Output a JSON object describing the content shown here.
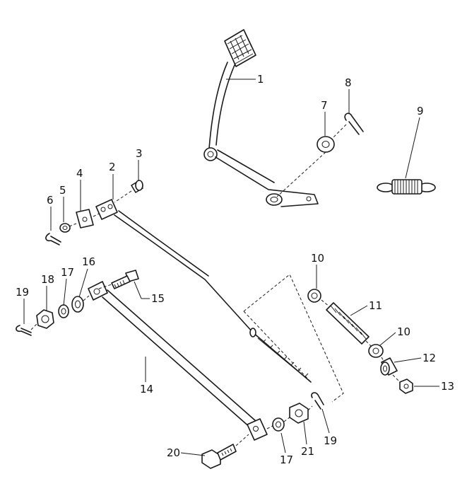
{
  "labels": {
    "p1": "1",
    "p2": "2",
    "p3": "3",
    "p4": "4",
    "p5": "5",
    "p6": "6",
    "p7": "7",
    "p8": "8",
    "p9": "9",
    "p10a": "10",
    "p10b": "10",
    "p11": "11",
    "p12": "12",
    "p13": "13",
    "p14": "14",
    "p15": "15",
    "p16": "16",
    "p17a": "17",
    "p17b": "17",
    "p18": "18",
    "p19a": "19",
    "p19b": "19",
    "p20": "20",
    "p21": "21"
  }
}
